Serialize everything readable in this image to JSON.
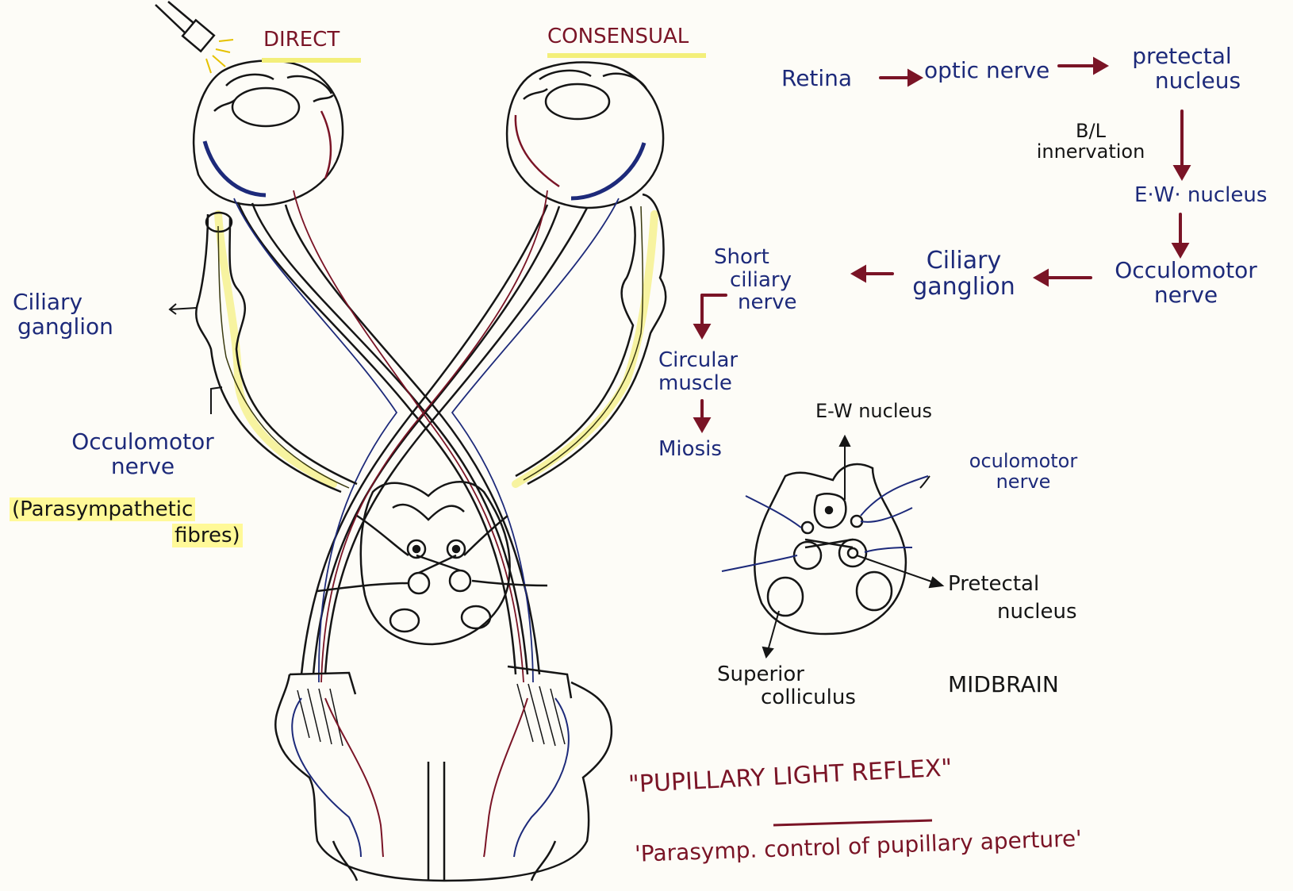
{
  "labels": {
    "direct": "DIRECT",
    "consensual": "CONSENSUAL",
    "left_ciliary_ganglion": [
      "Ciliary",
      "ganglion"
    ],
    "left_oculomotor_nerve": [
      "Occulomotor",
      "nerve"
    ],
    "parasympathetic_fibres": [
      "(Parasympathetic",
      "fibres)"
    ]
  },
  "pathway": {
    "retina": "Retina",
    "optic_nerve": "optic nerve",
    "pretectal_nucleus": [
      "pretectal",
      "nucleus"
    ],
    "bl_innervation": [
      "B/L",
      "innervation"
    ],
    "ew_nucleus": "E·W· nucleus",
    "oculomotor_nerve": [
      "Occulomotor",
      "nerve"
    ],
    "ciliary_ganglion": [
      "Ciliary",
      "ganglion"
    ],
    "short_ciliary_nerve": [
      "Short",
      "ciliary",
      "nerve"
    ],
    "circular_muscle": [
      "Circular",
      "muscle"
    ],
    "miosis": "Miosis"
  },
  "midbrain": {
    "ew_nucleus": "E-W nucleus",
    "oculomotor_nerve": [
      "oculomotor",
      "nerve"
    ],
    "pretectal_nucleus": [
      "Pretectal",
      "nucleus"
    ],
    "superior_colliculus": [
      "Superior",
      "colliculus"
    ],
    "title": "MIDBRAIN"
  },
  "footer": {
    "title": "\"PUPILLARY LIGHT REFLEX\"",
    "subtitle": "'Parasymp. control of pupillary aperture'"
  },
  "colors": {
    "ink_blue": "#1d2a7a",
    "ink_maroon": "#7a1426",
    "ink_black": "#151515",
    "highlight": "#fff878"
  }
}
